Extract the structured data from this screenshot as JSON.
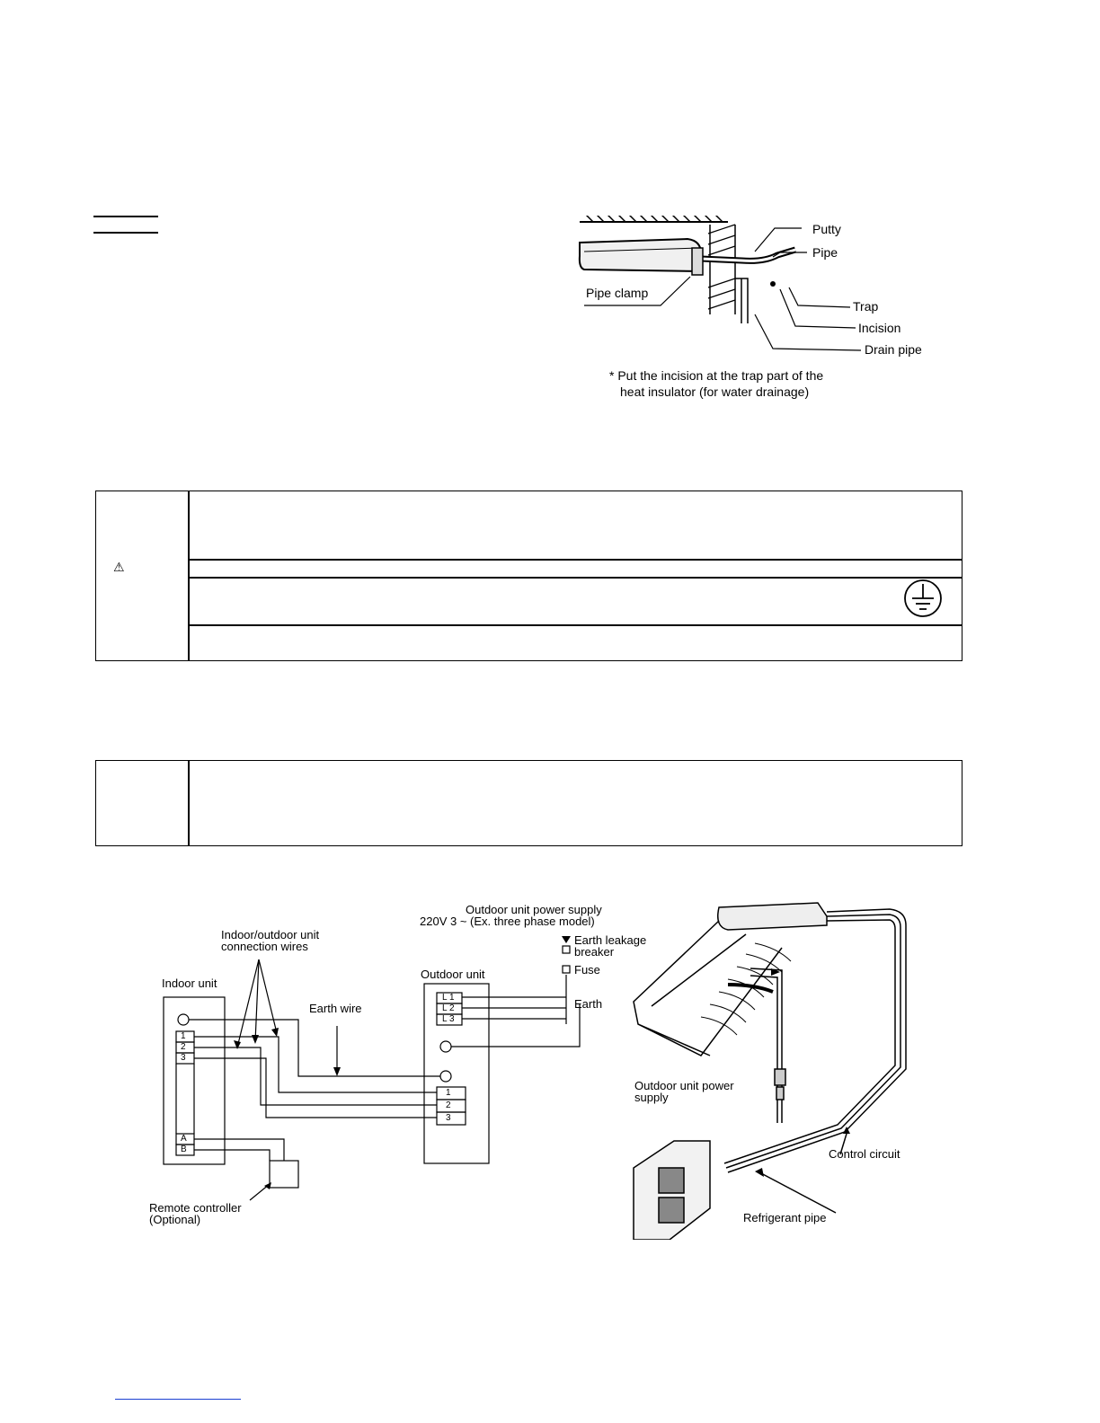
{
  "pipe_figure": {
    "labels": {
      "putty": "Putty",
      "pipe": "Pipe",
      "trap": "Trap",
      "incision": "Incision",
      "drain_pipe": "Drain pipe",
      "pipe_clamp": "Pipe clamp"
    },
    "note_line1": "* Put the incision at the trap part of the",
    "note_line2": "heat insulator (for water drainage)"
  },
  "warning_table": {
    "warning_symbol": "⚠",
    "ground_icon": "protective-earth-icon"
  },
  "wiring_diagram": {
    "outdoor_supply_line1": "Outdoor unit power supply",
    "outdoor_supply_line2": "220V  3 ~ (Ex. three phase model)",
    "connection_wires_line1": "Indoor/outdoor unit",
    "connection_wires_line2": "connection wires",
    "indoor_unit": "Indoor unit",
    "outdoor_unit": "Outdoor unit",
    "earth_wire": "Earth wire",
    "earth_leakage_line1": "Earth leakage",
    "earth_leakage_line2": "breaker",
    "fuse": "Fuse",
    "earth": "Earth",
    "remote_line1": "Remote controller",
    "remote_line2": "(Optional)",
    "indoor_terminals": [
      "1",
      "2",
      "3"
    ],
    "remote_terminals": [
      "A",
      "B"
    ],
    "outdoor_power_terminals": [
      "L 1",
      "L 2",
      "L 3"
    ],
    "outdoor_conn_terminals": [
      "1",
      "2",
      "3"
    ]
  },
  "install_picture": {
    "outdoor_power_line1": "Outdoor unit power",
    "outdoor_power_line2": "supply",
    "control_circuit": "Control circuit",
    "refrigerant_pipe": "Refrigerant pipe"
  }
}
